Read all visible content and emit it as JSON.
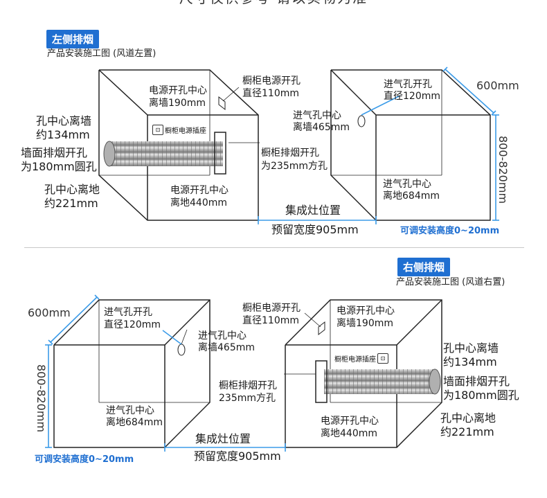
{
  "page_title": "尺寸仅供参考 请以实物为准",
  "sections": {
    "left": {
      "badge": "左侧排烟",
      "subtitle": "产品安装施工图 (风道左置)",
      "labels": {
        "power_hole_center_l1": "电源开孔中心",
        "power_hole_center_l2": "离墙190mm",
        "cabinet_power_hole_l1": "橱柜电源开孔",
        "cabinet_power_hole_l2": "直径110mm",
        "hole_center_wall_l1": "孔中心离墙",
        "hole_center_wall_l2": "约134mm",
        "socket": "橱柜电源插座",
        "wall_exhaust_l1": "墙面排烟开孔",
        "wall_exhaust_l2": "为180mm圆孔",
        "cabinet_exhaust_l1": "橱柜排烟开孔",
        "cabinet_exhaust_l2": "为235mm方孔",
        "hole_center_floor_l1": "孔中心离地",
        "hole_center_floor_l2": "约221mm",
        "power_floor_l1": "电源开孔中心",
        "power_floor_l2": "离地440mm",
        "intake_hole_l1": "进气孔开孔",
        "intake_hole_l2": "直径120mm",
        "intake_center_wall_l1": "进气孔中心",
        "intake_center_wall_l2": "离墙465mm",
        "intake_floor_l1": "进气孔中心",
        "intake_floor_l2": "离地684mm",
        "depth": "600mm",
        "height": "800-820mm",
        "stove_position": "集成灶位置",
        "reserved_width": "预留宽度905mm",
        "adjustable": "可调安装高度0~20mm"
      }
    },
    "right": {
      "badge": "右侧排烟",
      "subtitle": "产品安装施工图 (风道右置)",
      "labels": {
        "depth": "600mm",
        "height": "800-820mm",
        "intake_hole_l1": "进气孔开孔",
        "intake_hole_l2": "直径120mm",
        "intake_center_wall_l1": "进气孔中心",
        "intake_center_wall_l2": "离墙465mm",
        "intake_floor_l1": "进气孔中心",
        "intake_floor_l2": "离地684mm",
        "adjustable": "可调安装高度0~20mm",
        "cabinet_power_hole_l1": "橱柜电源开孔",
        "cabinet_power_hole_l2": "直径110mm",
        "power_hole_center_l1": "电源开孔中心",
        "power_hole_center_l2": "离墙190mm",
        "socket": "橱柜电源插座",
        "hole_center_wall_l1": "孔中心离墙",
        "hole_center_wall_l2": "约134mm",
        "cabinet_exhaust_l1": "橱柜排烟开孔",
        "cabinet_exhaust_l2": "235mm方孔",
        "wall_exhaust_l1": "墙面排烟开孔",
        "wall_exhaust_l2": "为180mm圆孔",
        "hole_center_floor_l1": "孔中心离地",
        "hole_center_floor_l2": "约221mm",
        "power_floor_l1": "电源开孔中心",
        "power_floor_l2": "离地440mm",
        "stove_position": "集成灶位置",
        "reserved_width": "预留宽度905mm"
      }
    }
  },
  "colors": {
    "accent": "#1f6fd1",
    "dimension_line": "#3b9be8",
    "cabinet_line": "#222222"
  }
}
